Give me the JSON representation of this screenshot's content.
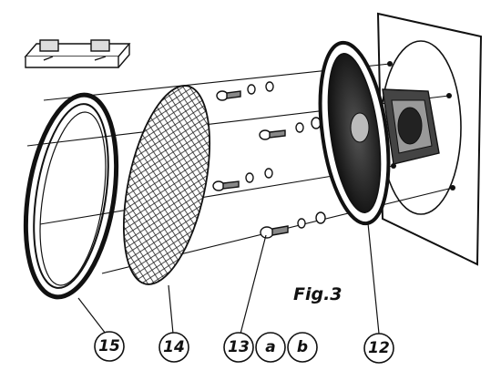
{
  "figure": {
    "caption": "Fig.3",
    "callouts": [
      {
        "id": "frame",
        "label": "15"
      },
      {
        "id": "grille",
        "label": "14"
      },
      {
        "id": "screw",
        "label": "13"
      },
      {
        "id": "washer-a",
        "label": "a"
      },
      {
        "id": "washer-b",
        "label": "b"
      },
      {
        "id": "speaker",
        "label": "12"
      }
    ]
  }
}
